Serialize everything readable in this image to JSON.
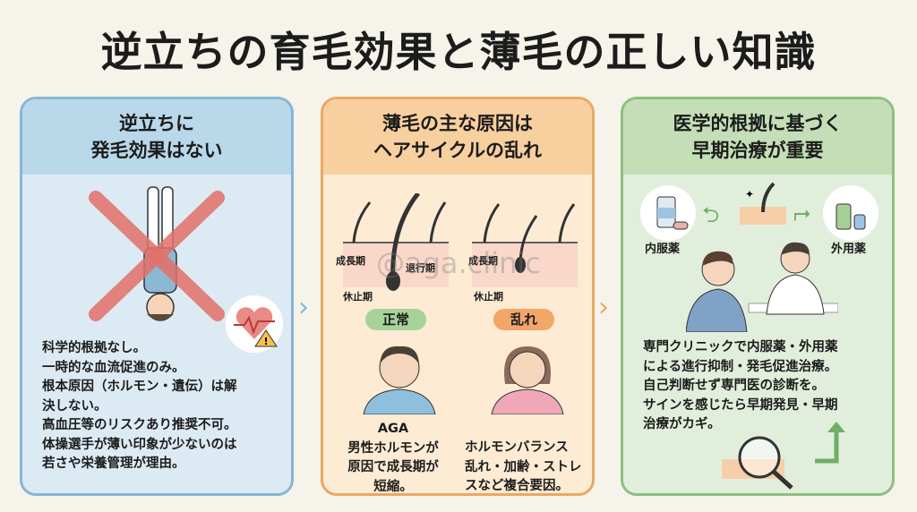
{
  "title": "逆立ちの育毛効果と薄毛の正しい知識",
  "watermark": "@aga.clinic",
  "colors": {
    "background": "#f6f3ea",
    "blue": "#86b6d4",
    "orange": "#eaa862",
    "green": "#8ebf80",
    "cross": "#e2706a"
  },
  "panels": [
    {
      "heading": "逆立ちに\n発毛効果はない",
      "icons": [
        "person-handstand-icon",
        "cross-icon",
        "heart-warning-icon"
      ],
      "text": "科学的根拠なし。\n一時的な血流促進のみ。\n根本原因（ホルモン・遺伝）は解\n決しない。\n高血圧等のリスクあり推奨不可。\n体操選手が薄い印象が少ないのは\n若さや栄養管理が理由。"
    },
    {
      "heading": "薄毛の主な原因は\nヘアサイクルの乱れ",
      "diagram_labels": {
        "growth": "成長期",
        "regression": "退行期",
        "rest": "休止期"
      },
      "normal_label": "正常",
      "disrupted_label": "乱れ",
      "male_text": "AGA\n男性ホルモンが\n原因で成長期が\n短縮。",
      "female_text": "ホルモンバランス\n乱れ・加齢・ストレ\nスなど複合要因。"
    },
    {
      "heading": "医学的根拠に基づく\n早期治療が重要",
      "oral_label": "内服薬",
      "topical_label": "外用薬",
      "text": "専門クリニックで内服薬・外用薬\nによる進行抑制・発毛促進治療。\n自己判断せず専門医の診断を。\nサインを感じたら早期発見・早期\n治療がカギ。"
    }
  ]
}
